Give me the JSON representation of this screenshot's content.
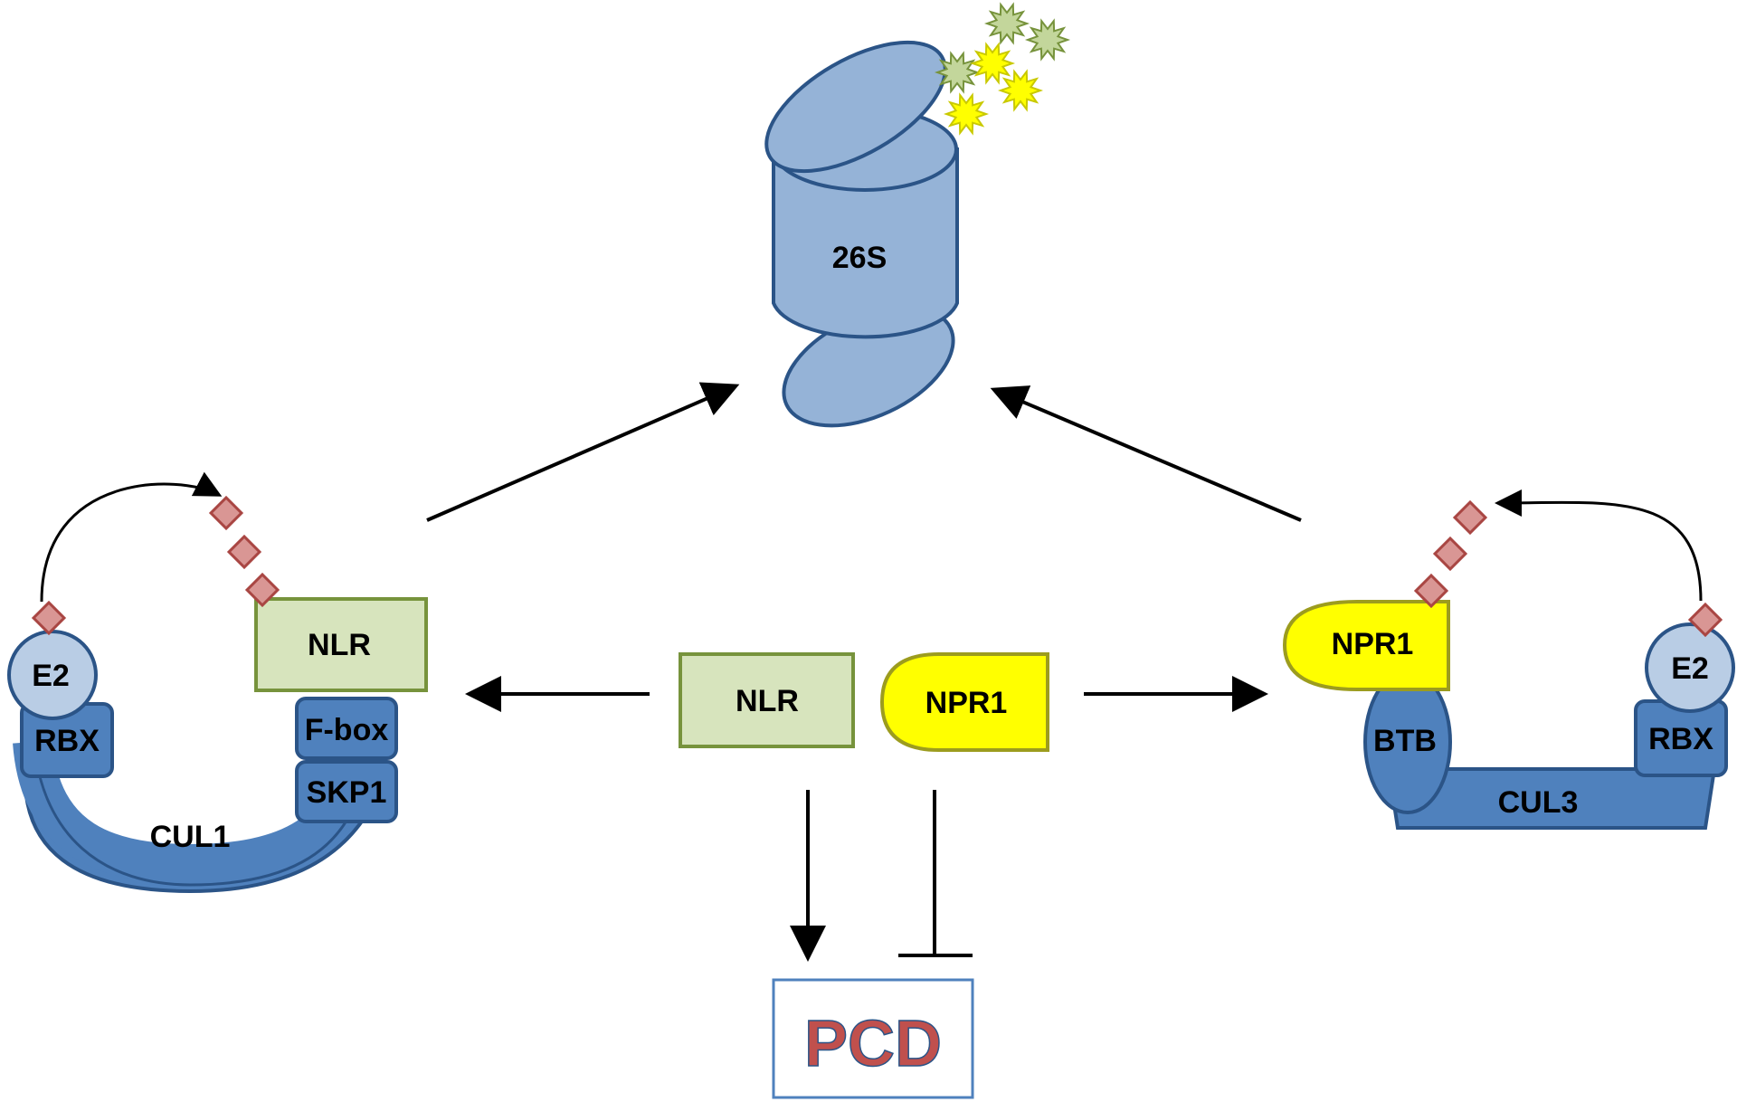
{
  "proteasome": {
    "label": "26S"
  },
  "left_complex": {
    "e2": "E2",
    "rbx": "RBX",
    "cul": "CUL1",
    "fbox": "F-box",
    "skp": "SKP1",
    "substrate": "NLR"
  },
  "right_complex": {
    "e2": "E2",
    "rbx": "RBX",
    "cul": "CUL3",
    "btb": "BTB",
    "substrate": "NPR1"
  },
  "center": {
    "nlr": "NLR",
    "npr1": "NPR1"
  },
  "outcome": {
    "label": "PCD"
  },
  "colors": {
    "blue_fill": "#4F81BD",
    "blue_stroke": "#2B5487",
    "proteasome_fill": "#95B3D7",
    "e2_fill": "#B9CDE5",
    "nlr_fill": "#D7E4BD",
    "nlr_stroke": "#77933C",
    "npr1_fill": "#FFFF00",
    "npr1_stroke": "#9C9C1E",
    "ubiquitin_fill": "#D99694",
    "ubiquitin_stroke": "#A94643",
    "pcd_text": "#C0504D",
    "pcd_border": "#4F81BD"
  }
}
